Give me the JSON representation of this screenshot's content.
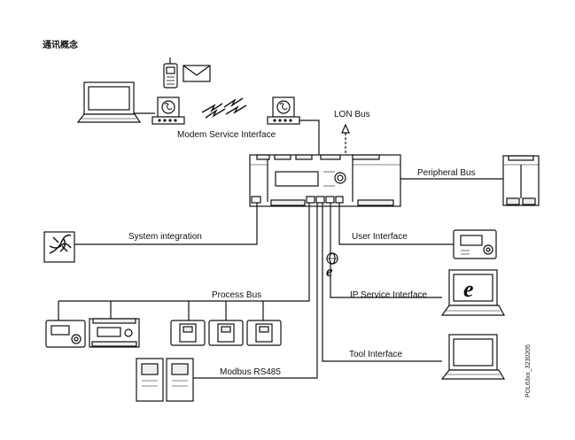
{
  "title": "通讯概念",
  "labels": {
    "modem_service_interface": "Modem Service Interface",
    "lon_bus": "LON Bus",
    "peripheral_bus": "Peripheral Bus",
    "system_integration": "System integration",
    "user_interface": "User Interface",
    "ip_service_interface": "IP Service Interface",
    "process_bus": "Process Bus",
    "tool_interface": "Tool Interface",
    "modbus_rs485": "Modbus RS485"
  },
  "figure_code": "POL63xx_3230205",
  "icons": {
    "ie_glyph": "e"
  },
  "colors": {
    "line": "#111111",
    "fill": "#ffffff",
    "light_fill": "#f2f2f2"
  }
}
